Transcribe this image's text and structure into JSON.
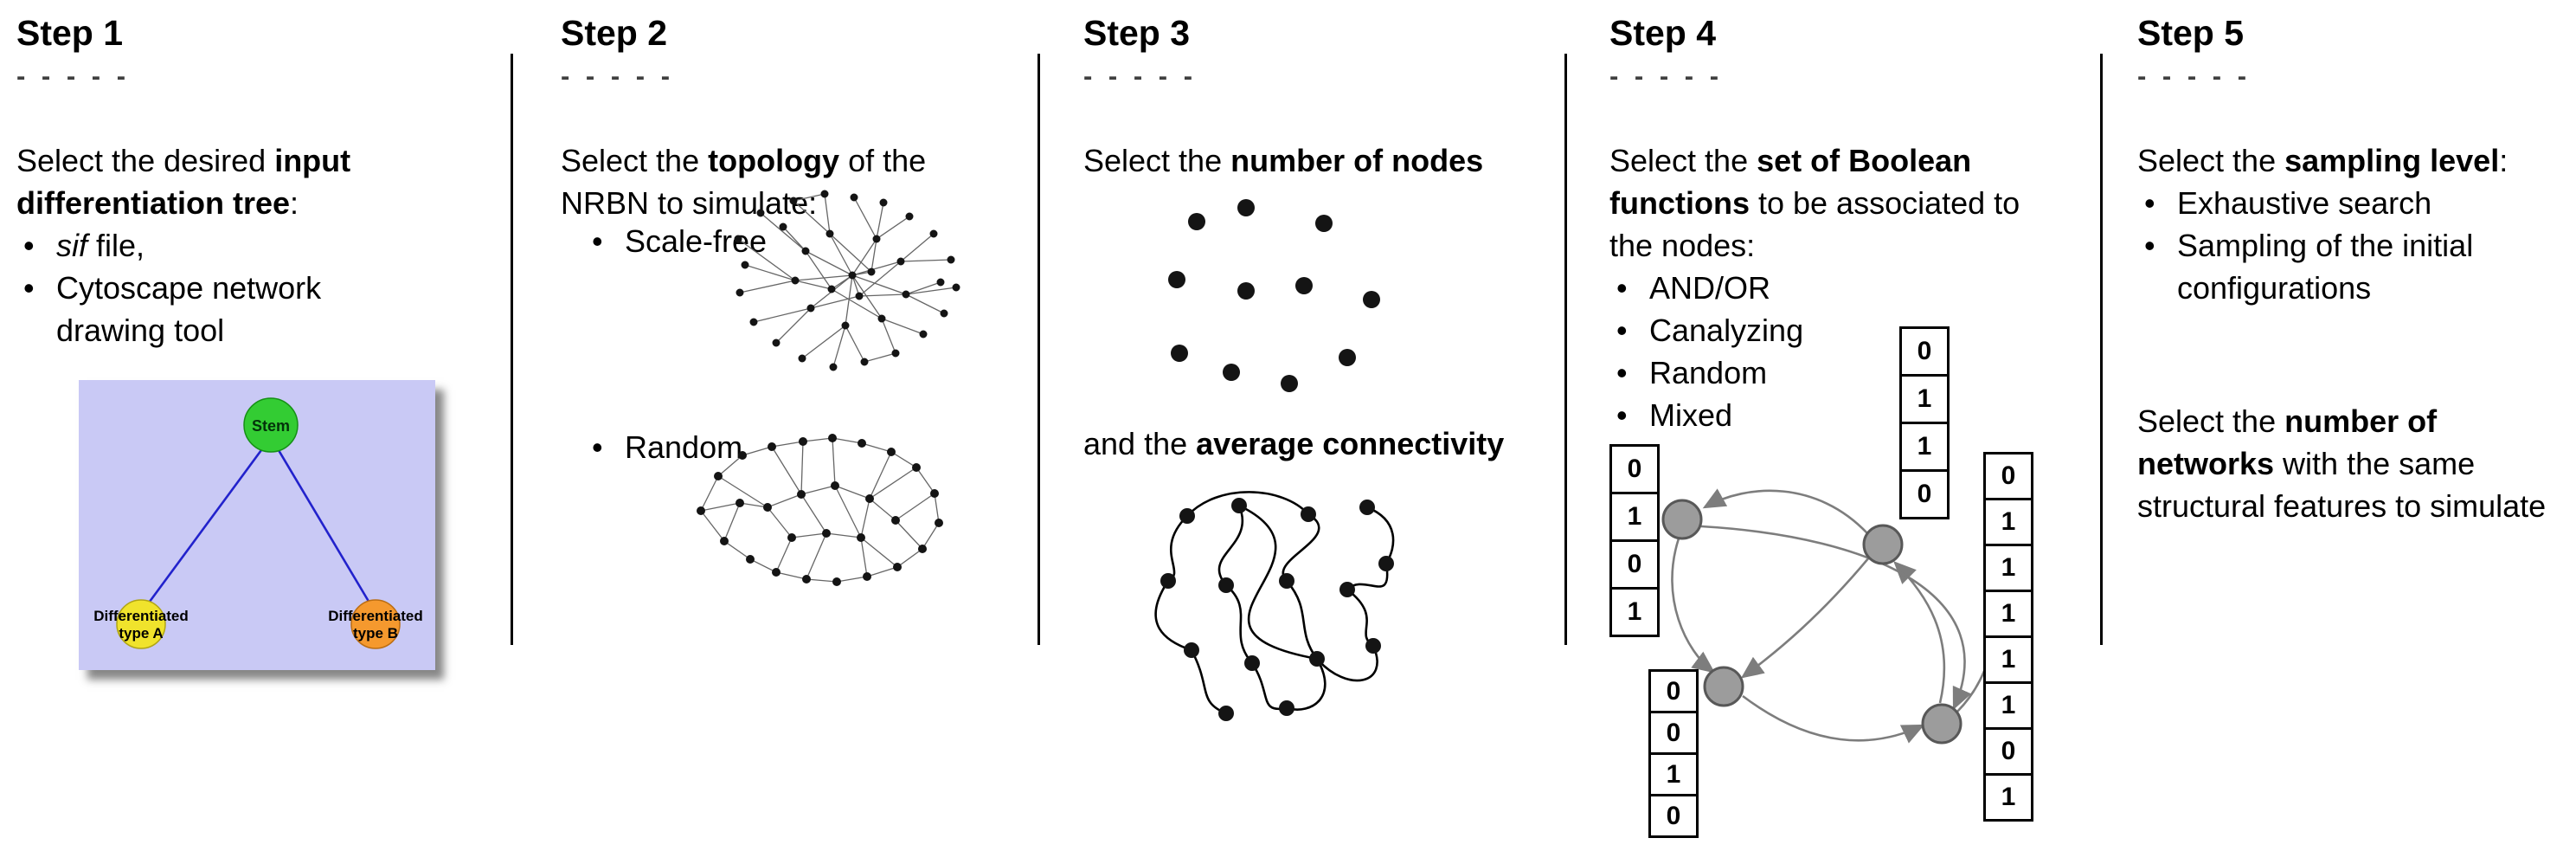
{
  "glyphs": {
    "bullet": "•"
  },
  "steps": [
    {
      "title": "Step 1",
      "dashes": "- - - - -",
      "intro_pre": "Select the desired ",
      "intro_bold": "input\ndifferentiation tree",
      "intro_post": ":",
      "bullet1_italic": "sif",
      "bullet1_rest": " file,",
      "bullet2": "Cytoscape network\ndrawing tool",
      "tree": {
        "root_label": "Stem",
        "leaf_a_line1": "Differentiated",
        "leaf_a_line2": "type A",
        "leaf_b_line1": "Differentiated",
        "leaf_b_line2": "type B",
        "colors": {
          "background": "#c9c9f5",
          "root": "#33cc33",
          "leaf_a": "#f0e32c",
          "leaf_b": "#f5992e",
          "edge": "#2222cc"
        }
      }
    },
    {
      "title": "Step 2",
      "dashes": "- - - - -",
      "intro_pre": "Select the ",
      "intro_bold": "topology",
      "intro_post": " of the\nNRBN to simulate:",
      "bullets": [
        "Scale-free",
        "Random"
      ]
    },
    {
      "title": "Step 3",
      "dashes": "- - - - -",
      "line1_pre": "Select the ",
      "line1_bold": "number of nodes",
      "line2_pre": "and the ",
      "line2_bold": "average connectivity"
    },
    {
      "title": "Step 4",
      "dashes": "- - - - -",
      "intro_pre": "Select the ",
      "intro_bold": "set of Boolean\nfunctions",
      "intro_post": " to be associated to\nthe nodes:",
      "bullets": [
        "AND/OR",
        "Canalyzing",
        "Random",
        "Mixed"
      ],
      "truth_tables": {
        "left": [
          "0",
          "1",
          "0",
          "1"
        ],
        "top": [
          "0",
          "1",
          "1",
          "0"
        ],
        "bottom": [
          "0",
          "0",
          "1",
          "0"
        ],
        "right": [
          "0",
          "1",
          "1",
          "1",
          "1",
          "1",
          "0",
          "1"
        ]
      }
    },
    {
      "title": "Step 5",
      "dashes": "- - - - -",
      "intro_pre": "Select the ",
      "intro_bold": "sampling level",
      "intro_post": ":",
      "bullets": [
        "Exhaustive search",
        "Sampling of the initial\nconfigurations"
      ],
      "para2_pre": "Select the ",
      "para2_bold": "number of\nnetworks",
      "para2_post": " with the same\nstructural features to simulate"
    }
  ]
}
